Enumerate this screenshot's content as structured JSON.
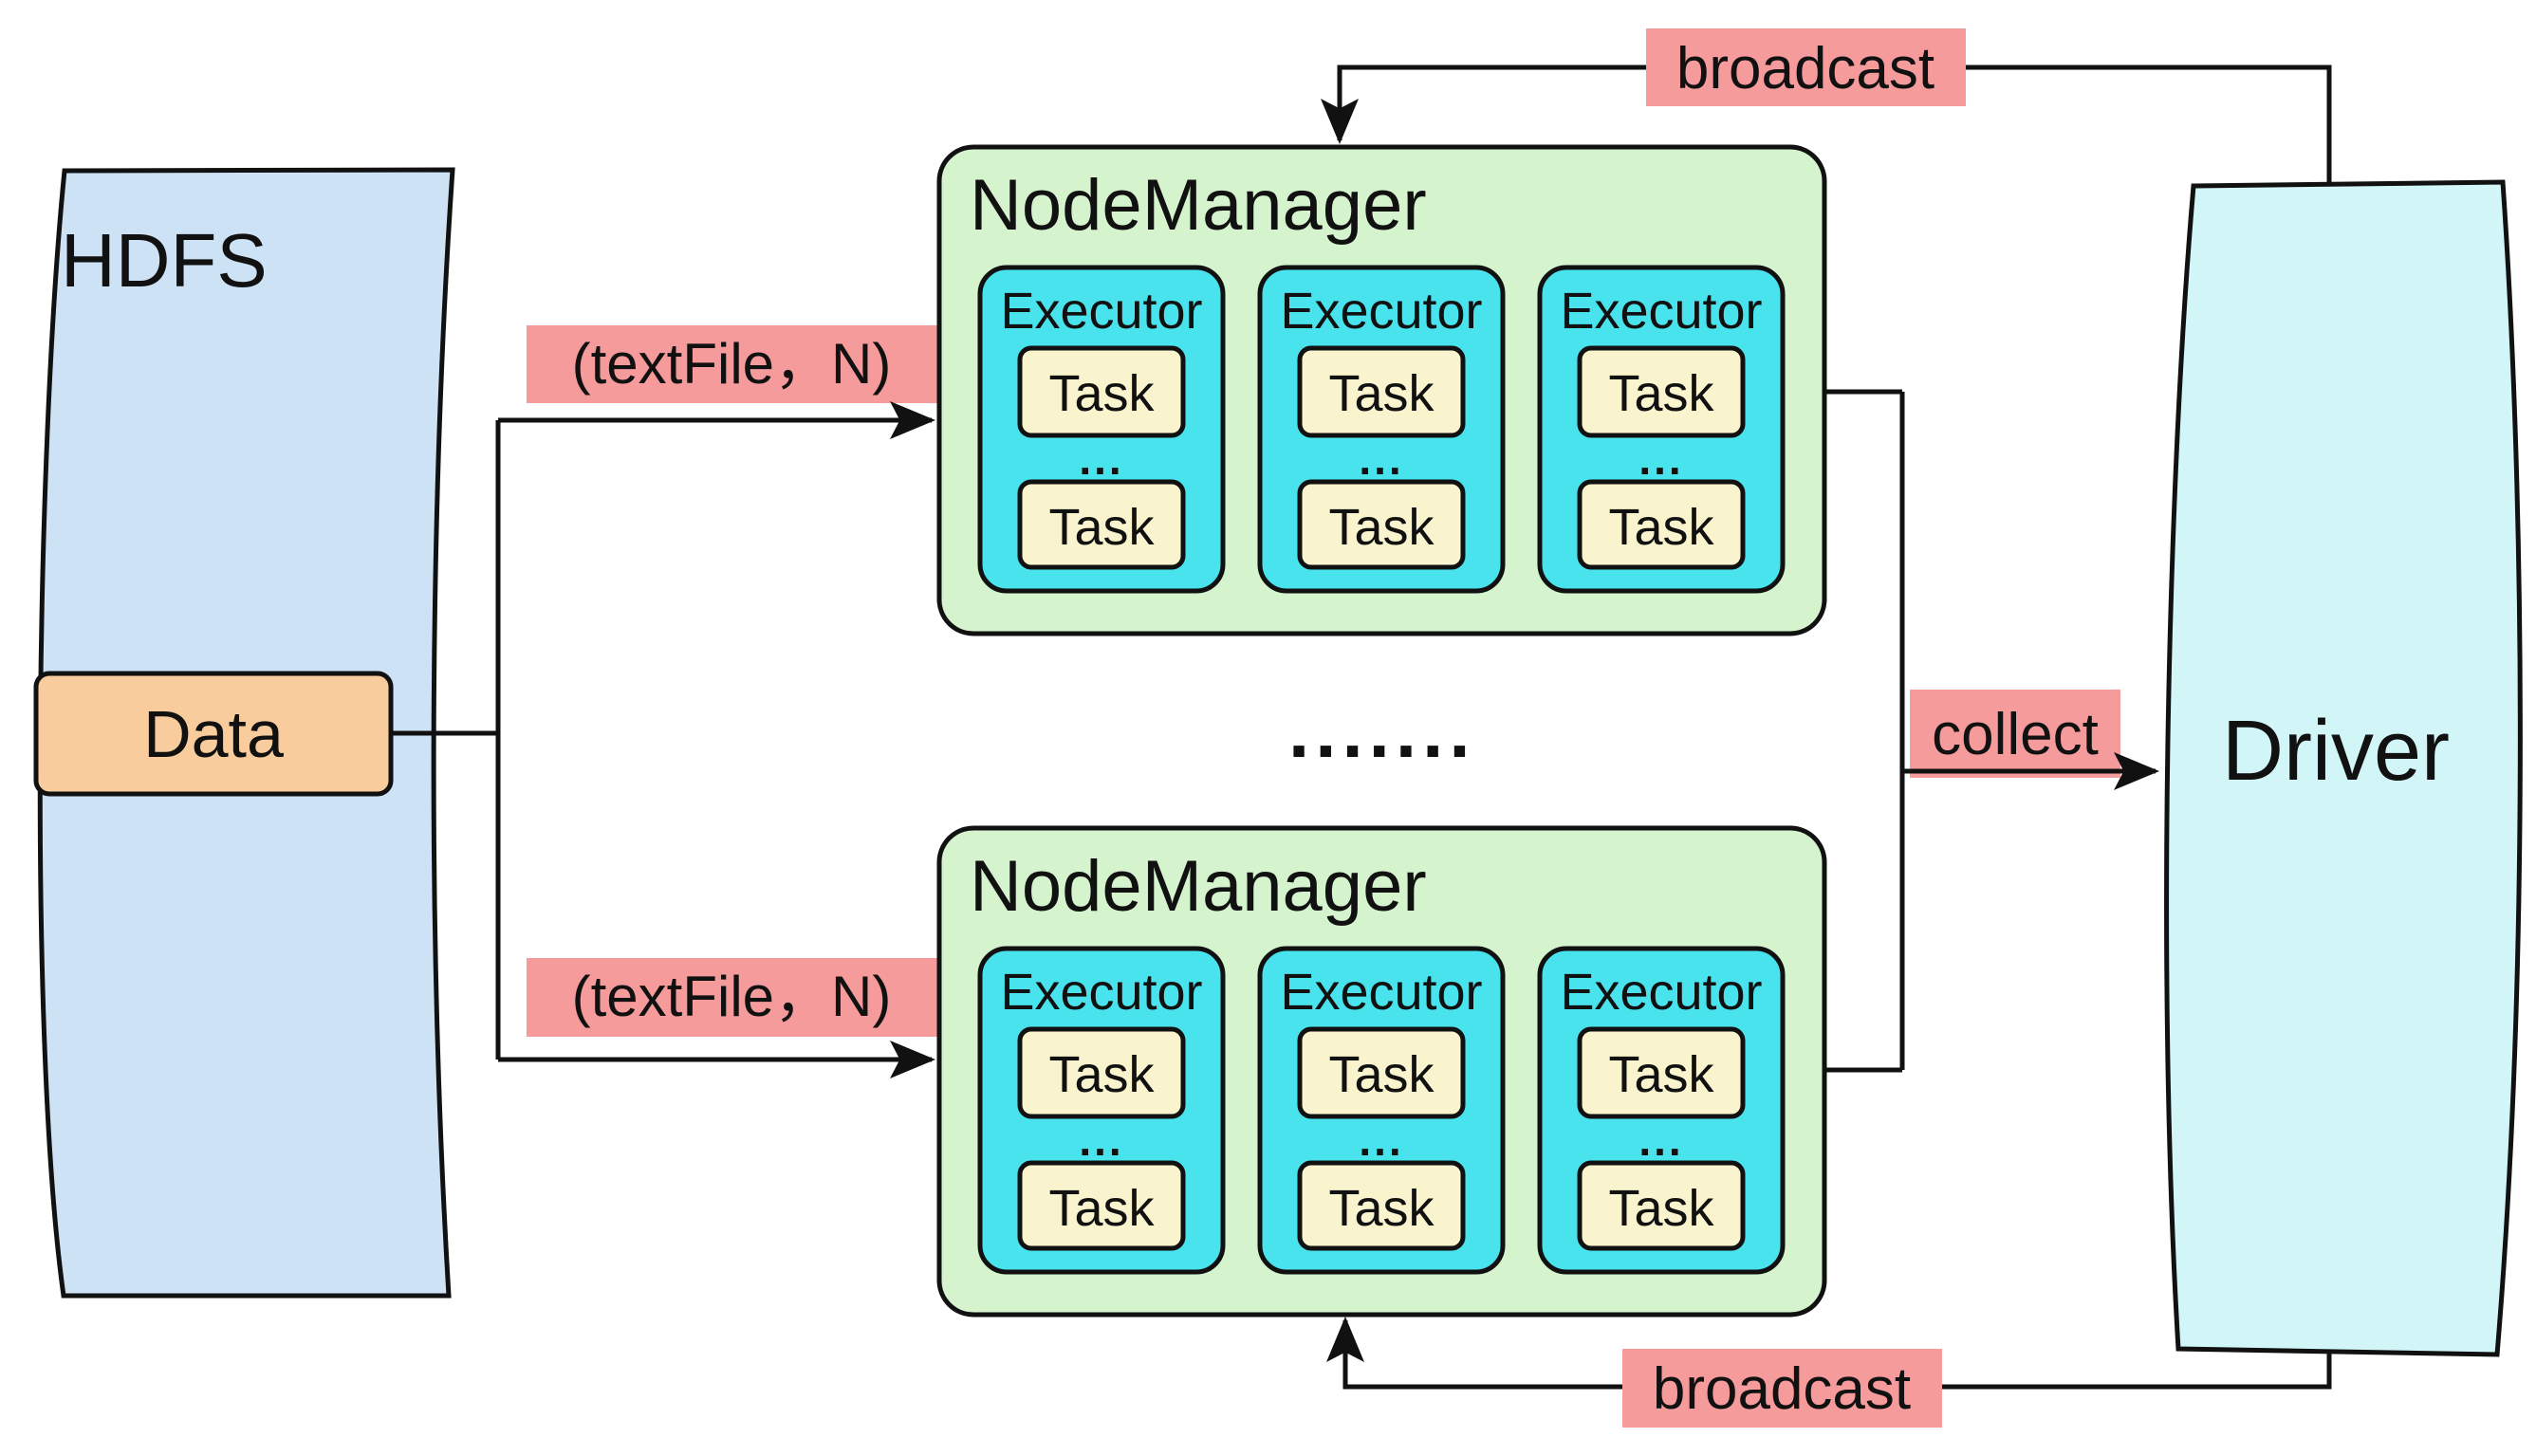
{
  "colors": {
    "hdfs_fill": "#cee2f6",
    "data_fill": "#f8cc9c",
    "nodemanager_fill": "#d5f4ce",
    "executor_fill": "#49e3ee",
    "task_fill": "#faf4ce",
    "driver_fill": "#d2f5f8",
    "label_fill": "#f69b9b",
    "line_color": "#111111"
  },
  "hdfs": {
    "label": "HDFS",
    "data": {
      "label": "Data"
    }
  },
  "labels": {
    "textfile_top": "(textFile，N)",
    "textfile_bottom": "(textFile，N)",
    "broadcast_top": "broadcast",
    "broadcast_bottom": "broadcast",
    "collect": "collect"
  },
  "node_managers": [
    {
      "label": "NodeManager",
      "executors": [
        {
          "label": "Executor",
          "tasks": [
            "Task",
            "Task"
          ],
          "more": "..."
        },
        {
          "label": "Executor",
          "tasks": [
            "Task",
            "Task"
          ],
          "more": "..."
        },
        {
          "label": "Executor",
          "tasks": [
            "Task",
            "Task"
          ],
          "more": "..."
        }
      ]
    },
    {
      "label": "NodeManager",
      "executors": [
        {
          "label": "Executor",
          "tasks": [
            "Task",
            "Task"
          ],
          "more": "..."
        },
        {
          "label": "Executor",
          "tasks": [
            "Task",
            "Task"
          ],
          "more": "..."
        },
        {
          "label": "Executor",
          "tasks": [
            "Task",
            "Task"
          ],
          "more": "..."
        }
      ]
    }
  ],
  "separator": {
    "dots": "......."
  },
  "driver": {
    "label": "Driver"
  }
}
